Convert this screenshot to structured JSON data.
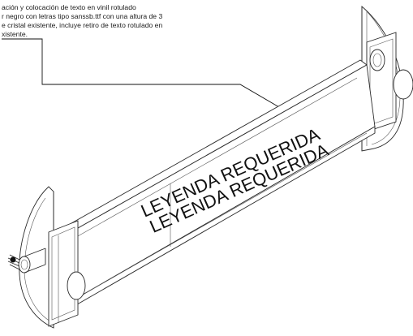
{
  "note": {
    "lines": [
      "ación y colocación de texto en vinil rotulado",
      "r negro con letras tipo sanssb.ttf con una altura de 3",
      "e cristal existente, incluye retiro de texto rotulado en",
      "xistente."
    ]
  },
  "sign": {
    "legend_line_1": "LEYENDA REQUERIDA",
    "legend_line_2": "LEYENDA REQUERIDA"
  },
  "colors": {
    "ink": "#2a2a2a",
    "paper": "#ffffff"
  }
}
